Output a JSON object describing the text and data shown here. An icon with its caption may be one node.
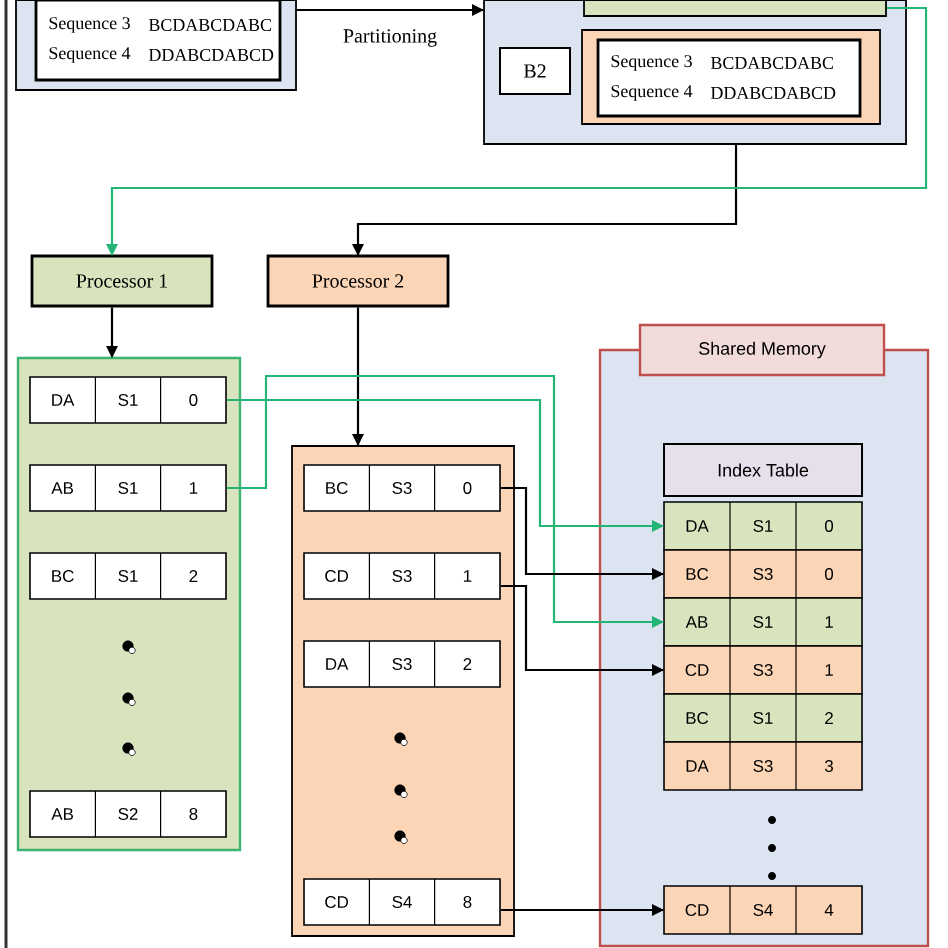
{
  "diagram": {
    "nodes": [
      {
        "text": [],
        "shape": "box"
      },
      {
        "text": [
          "Sequence 3",
          "BCDABCDABC",
          "Sequence 4",
          "DDABCDABCD"
        ],
        "in": 0
      },
      {
        "text": [],
        "shape": "box"
      },
      {
        "text": [],
        "shape": "box",
        "in": 2
      },
      {
        "text": [
          "B2"
        ],
        "in": 2
      },
      {
        "text": [],
        "shape": "box",
        "in": 2
      },
      {
        "text": [
          "Sequence 3",
          "BCDABCDABC",
          "Sequence 4",
          "DDABCDABCD"
        ],
        "in": 5
      },
      {
        "text": [
          "Processor 1"
        ]
      },
      {
        "text": [
          "Processor 2"
        ]
      },
      {
        "text": [],
        "shape": "box"
      },
      {
        "text": [
          "DA",
          "S1",
          "0"
        ],
        "in": 9
      },
      {
        "text": [
          "AB",
          "S1",
          "1"
        ],
        "in": 9
      },
      {
        "text": [
          "BC",
          "S1",
          "2"
        ],
        "in": 9
      },
      {
        "text": [
          "AB",
          "S2",
          "8"
        ],
        "in": 9
      },
      {
        "text": [],
        "shape": "box"
      },
      {
        "text": [
          "BC",
          "S3",
          "0"
        ],
        "in": 14
      },
      {
        "text": [
          "CD",
          "S3",
          "1"
        ],
        "in": 14
      },
      {
        "text": [
          "DA",
          "S3",
          "2"
        ],
        "in": 14
      },
      {
        "text": [
          "CD",
          "S4",
          "8"
        ],
        "in": 14
      },
      {
        "text": [
          "Shared Memory"
        ]
      },
      {
        "text": [
          "Index Table"
        ],
        "in": 19
      },
      {
        "text": [
          "DA",
          "S1",
          "0"
        ],
        "in": 19
      },
      {
        "text": [
          "BC",
          "S3",
          "0"
        ],
        "in": 19
      },
      {
        "text": [
          "AB",
          "S1",
          "1"
        ],
        "in": 19
      },
      {
        "text": [
          "CD",
          "S3",
          "1"
        ],
        "in": 19
      },
      {
        "text": [
          "BC",
          "S1",
          "2"
        ],
        "in": 19
      },
      {
        "text": [
          "DA",
          "S3",
          "3"
        ],
        "in": 19
      },
      {
        "text": [
          "CD",
          "S4",
          "4"
        ],
        "in": 19
      }
    ],
    "edges": [
      {
        "from": 0,
        "to": 2,
        "arrow": "to",
        "label": "Partitioning"
      },
      {
        "from": 2,
        "to": 8,
        "arrow": "to"
      },
      {
        "from": 3,
        "to": 7,
        "arrow": "to",
        "color": "#22b573"
      },
      {
        "from": 7,
        "to": 9,
        "arrow": "to"
      },
      {
        "from": 8,
        "to": 14,
        "arrow": "to"
      },
      {
        "from": 10,
        "to": 21,
        "arrow": "to",
        "color": "#22b573"
      },
      {
        "from": 11,
        "to": 23,
        "arrow": "to",
        "color": "#22b573"
      },
      {
        "from": 15,
        "to": 22,
        "arrow": "to"
      },
      {
        "from": 16,
        "to": 24,
        "arrow": "to"
      },
      {
        "from": 18,
        "to": 27,
        "arrow": "to"
      }
    ]
  }
}
